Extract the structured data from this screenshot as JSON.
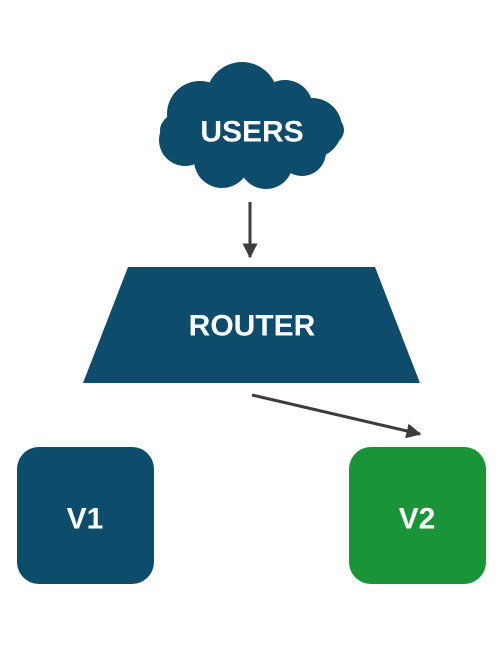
{
  "nodes": {
    "users": {
      "label": "USERS",
      "color": "#0d4c6b"
    },
    "router": {
      "label": "ROUTER",
      "color": "#0d4c6b"
    },
    "v1": {
      "label": "V1",
      "color": "#0d4c6b"
    },
    "v2": {
      "label": "V2",
      "color": "#1a9438"
    }
  },
  "edges": [
    {
      "from": "users",
      "to": "router"
    },
    {
      "from": "router",
      "to": "v2"
    }
  ],
  "arrow_color": "#3d3d3d"
}
